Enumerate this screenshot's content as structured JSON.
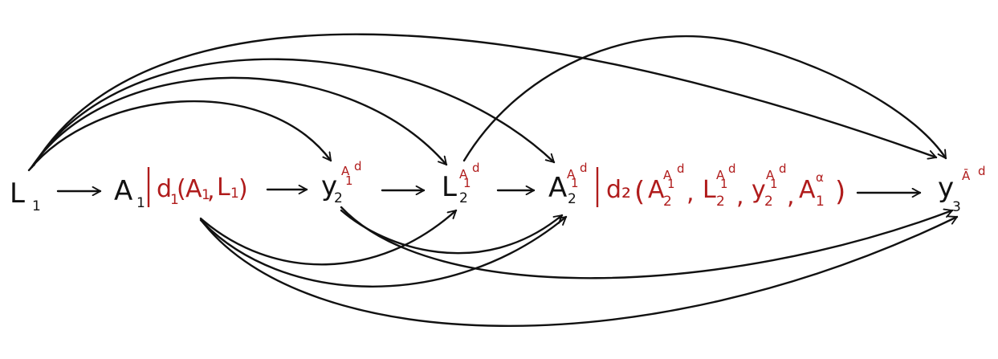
{
  "nodes": {
    "L1": {
      "base": "L",
      "sub": "1"
    },
    "A1": {
      "base": "A",
      "sub": "1"
    },
    "Y2": {
      "base": "y",
      "sub": "2",
      "sup": "A",
      "supsub": "1",
      "supexp": "d"
    },
    "L2": {
      "base": "L",
      "sub": "2",
      "sup": "A",
      "supsub": "1",
      "supexp": "d"
    },
    "A2": {
      "base": "A",
      "sub": "2",
      "sup": "A",
      "supsub": "1",
      "supexp": "d"
    },
    "Y3": {
      "base": "y",
      "sub": "3",
      "sup": "Ā",
      "supexp": "d"
    }
  },
  "rules": {
    "d1": {
      "fn": "d",
      "fn_sub": "1",
      "open": "(",
      "arg1": "A",
      "arg1_sub": "1",
      "comma": ",",
      "arg2": "L",
      "arg2_sub": "1",
      "close": ")"
    },
    "d2": {
      "fn": "d₂",
      "open": "(",
      "arg1": "A",
      "arg1_sub": "2",
      "arg1_sup": "A",
      "arg1_supsub": "1",
      "arg1_supexp": "d",
      "arg2": "L",
      "arg2_sub": "2",
      "arg2_sup": "A",
      "arg2_supsub": "1",
      "arg2_supexp": "d",
      "arg3": "y",
      "arg3_sub": "2",
      "arg3_sup": "A",
      "arg3_supsub": "1",
      "arg3_supexp": "d",
      "arg4": "A",
      "arg4_sub": "1",
      "arg4_sup": "α",
      "comma": ",",
      "close": ")"
    }
  },
  "edges": [
    [
      "L1",
      "A1"
    ],
    [
      "A1",
      "Y2"
    ],
    [
      "Y2",
      "L2"
    ],
    [
      "L2",
      "A2"
    ],
    [
      "A2",
      "Y3"
    ],
    [
      "L1",
      "Y2"
    ],
    [
      "L1",
      "L2"
    ],
    [
      "L1",
      "A2"
    ],
    [
      "L1",
      "Y3"
    ],
    [
      "A1",
      "L2"
    ],
    [
      "A1",
      "A2"
    ],
    [
      "A1",
      "Y3"
    ],
    [
      "Y2",
      "A2"
    ],
    [
      "Y2",
      "Y3"
    ],
    [
      "L2",
      "Y3"
    ]
  ],
  "colors": {
    "node": "#111111",
    "rule": "#b01c1c"
  }
}
